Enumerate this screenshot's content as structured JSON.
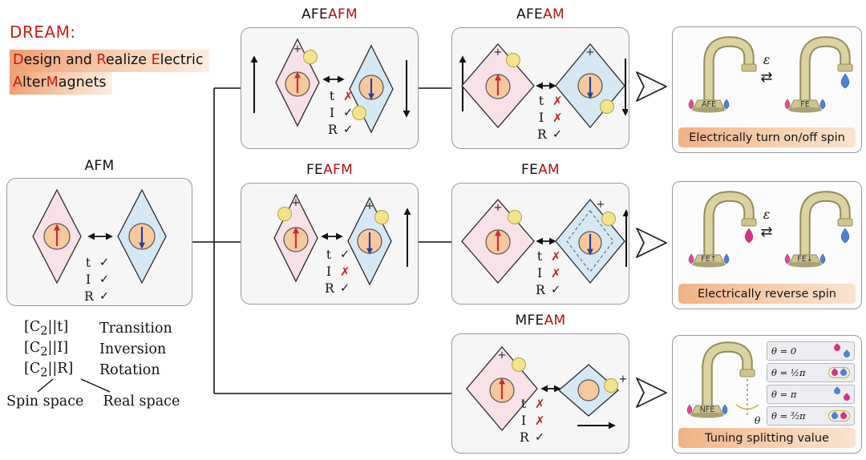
{
  "dream": {
    "heading": "DREAM:",
    "line1": {
      "s0": "D",
      "s1": "esign and ",
      "s2": "R",
      "s3": "ealize ",
      "s4": "E",
      "s5": "lectric"
    },
    "line2": {
      "s0": "A",
      "s1": "lter",
      "s2": "M",
      "s3": "agnets"
    }
  },
  "legend": {
    "rows": [
      {
        "pre": "[C",
        "sub": "2",
        "post": "||t]",
        "label": "Transition"
      },
      {
        "pre": "[C",
        "sub": "2",
        "post": "||I]",
        "label": "Inversion"
      },
      {
        "pre": "[C",
        "sub": "2",
        "post": "||R]",
        "label": "Rotation"
      }
    ],
    "spin_space": "Spin space",
    "real_space": "Real space"
  },
  "sym": {
    "t": "t",
    "i": "I",
    "r": "R"
  },
  "plus": "+",
  "phases": {
    "afm": {
      "black": "AFM",
      "red": "",
      "t": "✓",
      "i": "✓",
      "r": "✓"
    },
    "afeafm": {
      "black": "AFE",
      "red": "AFM",
      "t": "✗",
      "i": "✓",
      "r": "✓"
    },
    "afeam": {
      "black": "AFE",
      "red": "AM",
      "t": "✗",
      "i": "✗",
      "r": "✓"
    },
    "feafm": {
      "black": "FE",
      "red": "AFM",
      "t": "✓",
      "i": "✗",
      "r": "✓"
    },
    "feam": {
      "black": "FE",
      "red": "AM",
      "t": "✗",
      "i": "✗",
      "r": "✓"
    },
    "mfeam": {
      "black": "MFE",
      "red": "AM",
      "t": "✗",
      "i": "✗",
      "r": "✓"
    }
  },
  "demos": [
    {
      "caption": "Electrically turn on/off spin",
      "label_left": "AFE",
      "label_right": "FE",
      "epsilon": "ε",
      "exchange": "⇄"
    },
    {
      "caption": "Electrically reverse spin",
      "label_left": "FE↑",
      "label_right": "FE↓",
      "epsilon": "ε",
      "exchange": "⇄"
    },
    {
      "caption": "Tuning splitting value",
      "label": "NFE",
      "theta": "θ",
      "rows": [
        {
          "label": "θ = 0"
        },
        {
          "label": "θ = ½π"
        },
        {
          "label": "θ = π"
        },
        {
          "label": "θ = ³⁄₂π"
        }
      ]
    }
  ],
  "colors": {
    "accent_red": "#b3100f",
    "cross": "#c52222",
    "pink_drop": "#d5337f",
    "blue_drop": "#4f82d4"
  }
}
